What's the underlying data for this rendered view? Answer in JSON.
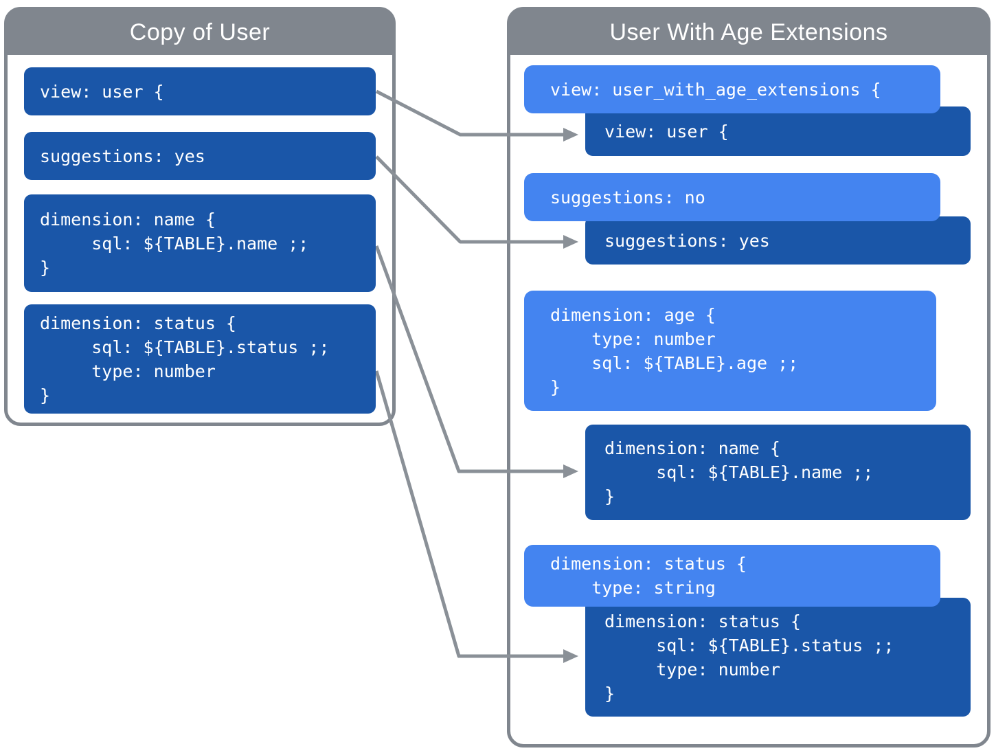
{
  "colors": {
    "panel_header_gray": "#80868e",
    "dark_block_blue": "#1a56a8",
    "light_block_blue": "#4484f0",
    "arrow_gray": "#8a9097",
    "code_text": "#ffffff"
  },
  "left_panel": {
    "title": "Copy of User",
    "blocks": [
      {
        "style": "dark",
        "lines": [
          "view: user {"
        ]
      },
      {
        "style": "dark",
        "lines": [
          "suggestions: yes"
        ]
      },
      {
        "style": "dark",
        "lines": [
          "dimension: name {",
          "     sql: ${TABLE}.name ;;",
          "}"
        ]
      },
      {
        "style": "dark",
        "lines": [
          "dimension: status {",
          "     sql: ${TABLE}.status ;;",
          "     type: number",
          "}"
        ]
      }
    ]
  },
  "right_panel": {
    "title": "User With Age Extensions",
    "blocks": [
      {
        "style": "light",
        "lines": [
          "view: user_with_age_extensions {"
        ]
      },
      {
        "style": "dark",
        "lines": [
          "view: user {"
        ]
      },
      {
        "style": "light",
        "lines": [
          "suggestions: no"
        ]
      },
      {
        "style": "dark",
        "lines": [
          "suggestions: yes"
        ]
      },
      {
        "style": "light",
        "lines": [
          "dimension: age {",
          "    type: number",
          "    sql: ${TABLE}.age ;;",
          "}"
        ]
      },
      {
        "style": "dark",
        "lines": [
          "dimension: name {",
          "     sql: ${TABLE}.name ;;",
          "}"
        ]
      },
      {
        "style": "light",
        "lines": [
          "dimension: status {",
          "    type: string"
        ]
      },
      {
        "style": "dark",
        "lines": [
          "dimension: status {",
          "     sql: ${TABLE}.status ;;",
          "     type: number",
          "}"
        ]
      }
    ]
  },
  "arrows": [
    {
      "from": "left view: user block",
      "to": "right inherited view: user block"
    },
    {
      "from": "left suggestions: yes block",
      "to": "right inherited suggestions: yes block"
    },
    {
      "from": "left dimension: name block",
      "to": "right inherited dimension: name block"
    },
    {
      "from": "left dimension: status block",
      "to": "right inherited dimension: status block"
    }
  ]
}
